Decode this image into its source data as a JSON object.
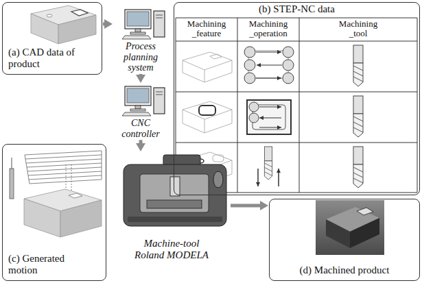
{
  "diagram": {
    "nodes": [
      {
        "text": [
          "(a) CAD data of product"
        ]
      },
      {
        "text": [
          "Process planning system"
        ]
      },
      {
        "text": [
          "(b) STEP-NC data"
        ]
      },
      {
        "text": [
          "CNC controller"
        ]
      },
      {
        "text": [
          "(c) Generated motion"
        ]
      },
      {
        "text": [
          "Machine-tool Roland MODELA"
        ]
      },
      {
        "text": [
          "(d) Machined product"
        ]
      }
    ],
    "edges": [
      {
        "from": 0,
        "to": 1,
        "arrow": "to"
      },
      {
        "from": 1,
        "to": 3,
        "arrow": "to"
      },
      {
        "from": 3,
        "to": 5,
        "arrow": "to"
      },
      {
        "from": 5,
        "to": 6,
        "arrow": "to"
      }
    ],
    "labels": [
      "Machining _feature",
      "Machining _operation",
      "Machining _tool"
    ]
  }
}
